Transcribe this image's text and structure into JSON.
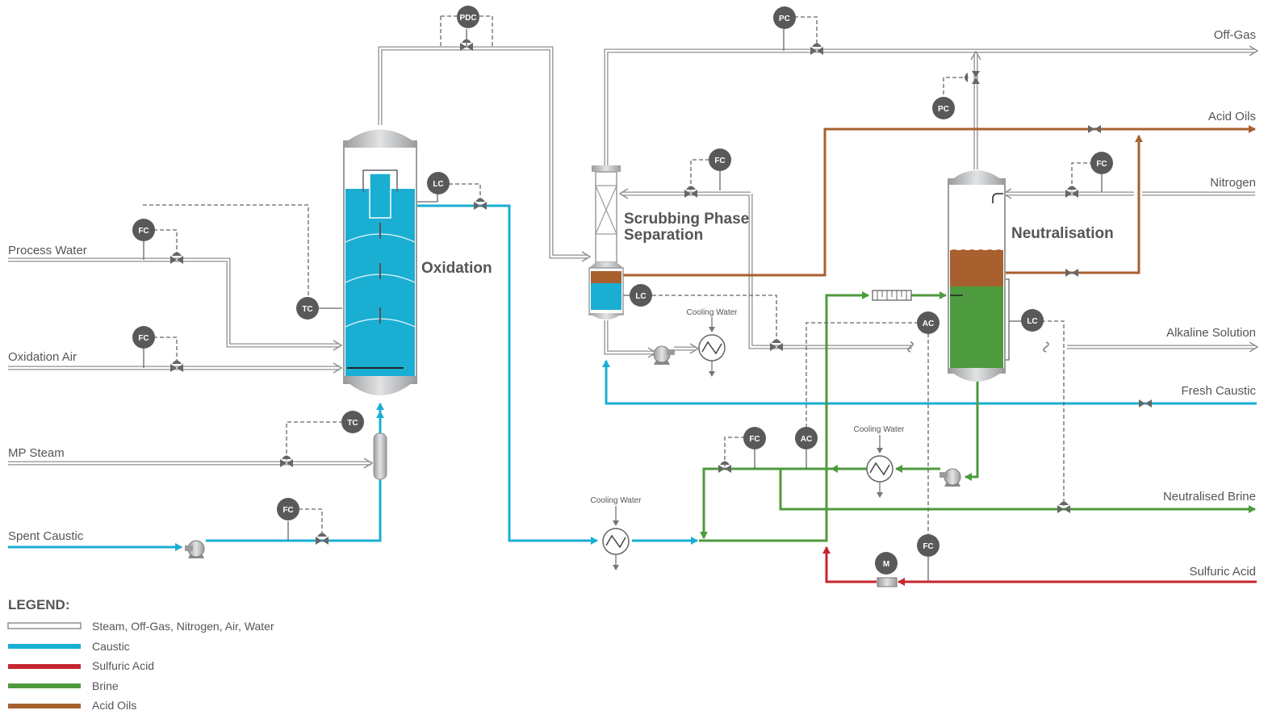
{
  "colors": {
    "caustic": "#1aaed3",
    "sulfuric": "#c6262e",
    "brine": "#4e9a3e",
    "acid_oils": "#a8602f",
    "utility": "#8f8f8f",
    "instrument": "#58595b",
    "text": "#555555"
  },
  "units": {
    "oxidation": "Oxidation",
    "scrubbing_line1": "Scrubbing Phase",
    "scrubbing_line2": "Separation",
    "neutralisation": "Neutralisation"
  },
  "streams": {
    "process_water": "Process Water",
    "oxidation_air": "Oxidation Air",
    "mp_steam": "MP Steam",
    "spent_caustic": "Spent Caustic",
    "off_gas": "Off-Gas",
    "acid_oils": "Acid Oils",
    "nitrogen": "Nitrogen",
    "alkaline_solution": "Alkaline Solution",
    "fresh_caustic": "Fresh Caustic",
    "neutralised_brine": "Neutralised Brine",
    "sulfuric_acid": "Sulfuric Acid"
  },
  "utilities": {
    "cooling_water": "Cooling Water"
  },
  "instruments": {
    "pdc": "PDC",
    "pc": "PC",
    "fc": "FC",
    "lc": "LC",
    "tc": "TC",
    "ac": "AC",
    "m": "M"
  },
  "legend": {
    "title": "LEGEND:",
    "items": [
      {
        "label": "Steam, Off-Gas, Nitrogen, Air, Water",
        "kind": "utility"
      },
      {
        "label": "Caustic",
        "kind": "caustic"
      },
      {
        "label": "Sulfuric Acid",
        "kind": "sulfuric"
      },
      {
        "label": "Brine",
        "kind": "brine"
      },
      {
        "label": "Acid Oils",
        "kind": "acid_oils"
      }
    ]
  }
}
